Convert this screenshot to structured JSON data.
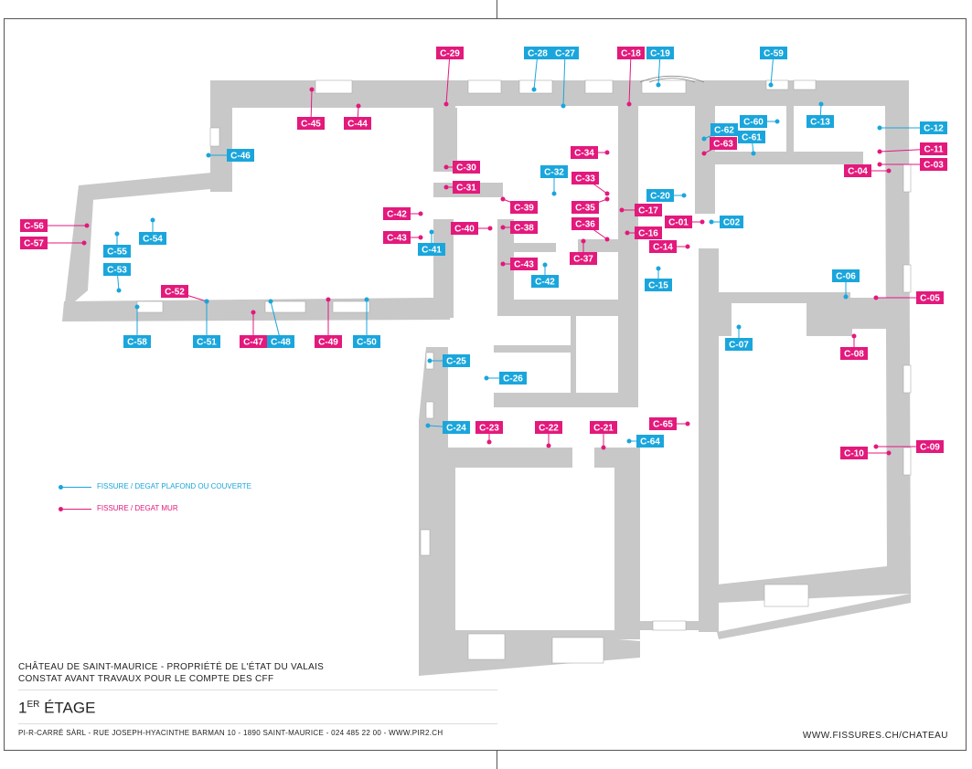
{
  "footer": {
    "line1": "CHÂTEAU DE SAINT-MAURICE - PROPRIÉTÉ DE L'ÉTAT DU VALAIS",
    "line2": "CONSTAT AVANT TRAVAUX POUR LE COMPTE DES CFF",
    "floor_main": "1",
    "floor_sup": "ER",
    "floor_rest": " ÉTAGE",
    "address": "PI-R-CARRÉ SÀRL - RUE JOSEPH-HYACINTHE BARMAN 10 - 1890 SAINT-MAURICE - 024 485 22 00 - WWW.PIR2.CH",
    "website": "WWW.FISSURES.CH/CHATEAU"
  },
  "legend": [
    {
      "text": "FISSURE / DEGAT PLAFOND OU COUVERTE",
      "color": "#1aa6dc"
    },
    {
      "text": "FISSURE / DEGAT MUR",
      "color": "#e3197c"
    }
  ],
  "colors": {
    "ceiling": "#1aa6dc",
    "wall": "#e3197c",
    "walls": "#c8c8c8"
  },
  "markers": [
    {
      "id": "C-29",
      "kind": "wall"
    },
    {
      "id": "C-28",
      "kind": "ceiling"
    },
    {
      "id": "C-27",
      "kind": "ceiling"
    },
    {
      "id": "C-18",
      "kind": "wall"
    },
    {
      "id": "C-19",
      "kind": "ceiling"
    },
    {
      "id": "C-59",
      "kind": "ceiling"
    },
    {
      "id": "C-45",
      "kind": "wall"
    },
    {
      "id": "C-44",
      "kind": "wall"
    },
    {
      "id": "C-46",
      "kind": "ceiling"
    },
    {
      "id": "C-60",
      "kind": "ceiling"
    },
    {
      "id": "C-13",
      "kind": "ceiling"
    },
    {
      "id": "C-62",
      "kind": "ceiling"
    },
    {
      "id": "C-61",
      "kind": "ceiling"
    },
    {
      "id": "C-63",
      "kind": "wall"
    },
    {
      "id": "C-12",
      "kind": "ceiling"
    },
    {
      "id": "C-34",
      "kind": "wall"
    },
    {
      "id": "C-11",
      "kind": "wall"
    },
    {
      "id": "C-03",
      "kind": "wall"
    },
    {
      "id": "C-30",
      "kind": "wall"
    },
    {
      "id": "C-04",
      "kind": "wall"
    },
    {
      "id": "C-32",
      "kind": "ceiling"
    },
    {
      "id": "C-33",
      "kind": "wall"
    },
    {
      "id": "C-31",
      "kind": "wall"
    },
    {
      "id": "C-20",
      "kind": "ceiling"
    },
    {
      "id": "C-39",
      "kind": "wall"
    },
    {
      "id": "C-35",
      "kind": "wall"
    },
    {
      "id": "C-17",
      "kind": "wall"
    },
    {
      "id": "C-42",
      "kind": "wall"
    },
    {
      "id": "C-01",
      "kind": "wall"
    },
    {
      "id": "C02",
      "kind": "ceiling"
    },
    {
      "id": "C-56",
      "kind": "wall"
    },
    {
      "id": "C-54",
      "kind": "ceiling"
    },
    {
      "id": "C-40",
      "kind": "wall"
    },
    {
      "id": "C-38",
      "kind": "wall"
    },
    {
      "id": "C-36",
      "kind": "wall"
    },
    {
      "id": "C-16",
      "kind": "wall"
    },
    {
      "id": "C-43",
      "kind": "wall"
    },
    {
      "id": "C-57",
      "kind": "wall"
    },
    {
      "id": "C-55",
      "kind": "ceiling"
    },
    {
      "id": "C-41",
      "kind": "ceiling"
    },
    {
      "id": "C-14",
      "kind": "wall"
    },
    {
      "id": "C-37",
      "kind": "wall"
    },
    {
      "id": "C-53",
      "kind": "ceiling"
    },
    {
      "id": "C-43",
      "kind": "wall"
    },
    {
      "id": "C-42",
      "kind": "ceiling"
    },
    {
      "id": "C-06",
      "kind": "ceiling"
    },
    {
      "id": "C-15",
      "kind": "ceiling"
    },
    {
      "id": "C-52",
      "kind": "wall"
    },
    {
      "id": "C-05",
      "kind": "wall"
    },
    {
      "id": "C-07",
      "kind": "ceiling"
    },
    {
      "id": "C-58",
      "kind": "ceiling"
    },
    {
      "id": "C-51",
      "kind": "ceiling"
    },
    {
      "id": "C-47",
      "kind": "wall"
    },
    {
      "id": "C-48",
      "kind": "ceiling"
    },
    {
      "id": "C-49",
      "kind": "wall"
    },
    {
      "id": "C-50",
      "kind": "ceiling"
    },
    {
      "id": "C-08",
      "kind": "wall"
    },
    {
      "id": "C-25",
      "kind": "ceiling"
    },
    {
      "id": "C-26",
      "kind": "ceiling"
    },
    {
      "id": "C-65",
      "kind": "wall"
    },
    {
      "id": "C-24",
      "kind": "ceiling"
    },
    {
      "id": "C-23",
      "kind": "wall"
    },
    {
      "id": "C-22",
      "kind": "wall"
    },
    {
      "id": "C-21",
      "kind": "wall"
    },
    {
      "id": "C-64",
      "kind": "ceiling"
    },
    {
      "id": "C-09",
      "kind": "wall"
    },
    {
      "id": "C-10",
      "kind": "wall"
    }
  ]
}
